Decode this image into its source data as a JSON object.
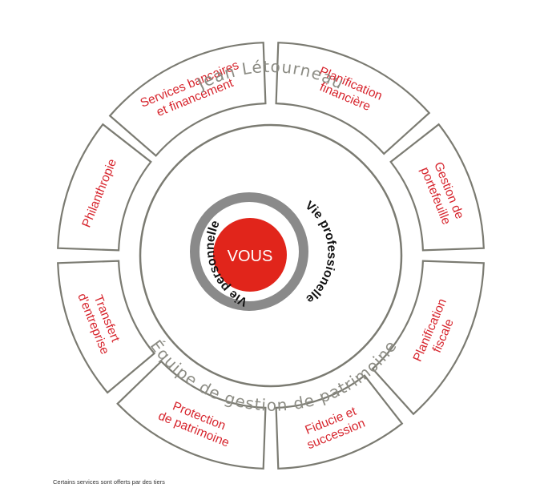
{
  "colors": {
    "accent": "#d7262e",
    "segment_border": "#7b7b72",
    "team_text": "#8c8c84",
    "core_ring": "#8a8a8a",
    "core_text": "#111111"
  },
  "outer_segments": [
    {
      "id": "services-bancaires",
      "lines": [
        "Services bancaires",
        "et financement"
      ]
    },
    {
      "id": "planification-financiere",
      "lines": [
        "Planification",
        "financière"
      ]
    },
    {
      "id": "gestion-portefeuille",
      "lines": [
        "Gestion de",
        "portefeuille"
      ]
    },
    {
      "id": "planification-fiscale",
      "lines": [
        "Planification",
        "fiscale"
      ]
    },
    {
      "id": "fiducie-succession",
      "lines": [
        "Fiducie et",
        "succession"
      ]
    },
    {
      "id": "protection-patrimoine",
      "lines": [
        "Protection",
        "de patrimoine"
      ]
    },
    {
      "id": "transfert-entreprise",
      "lines": [
        "Transfert",
        "d'entreprise"
      ]
    },
    {
      "id": "philanthropie",
      "lines": [
        "Philanthropie"
      ]
    }
  ],
  "team": {
    "advisor": "Jean Létourneau",
    "group": "Équipe de gestion de patrimoine"
  },
  "core": {
    "left": "Vie personnelle",
    "right": "Vie professionelle",
    "center": "VOUS"
  },
  "footnote": "Certains services sont offerts par des tiers"
}
